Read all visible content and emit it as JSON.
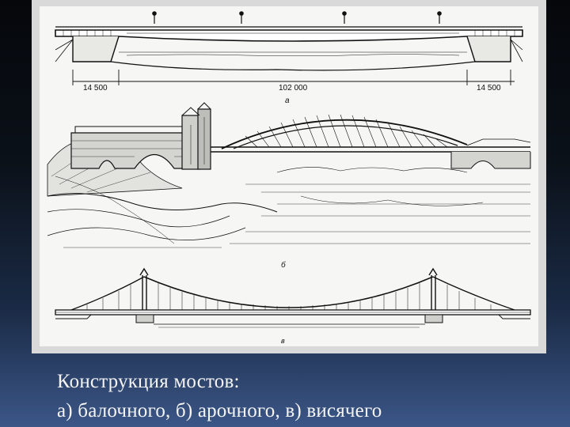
{
  "figure": {
    "dim_left": "14 500",
    "dim_center": "102 000",
    "dim_right": "14 500",
    "label_a": "а",
    "label_b": "б",
    "label_c": "в"
  },
  "caption": {
    "line1": "Конструкция мостов:",
    "line2": "а) балочного, б) арочного, в) висячего"
  },
  "colors": {
    "background_top": "#05070b",
    "background_bottom": "#3b5687",
    "frame": "#d9d9d9",
    "paper": "#f6f6f4",
    "ink": "#111111",
    "caption_text": "#f4f4f4"
  }
}
